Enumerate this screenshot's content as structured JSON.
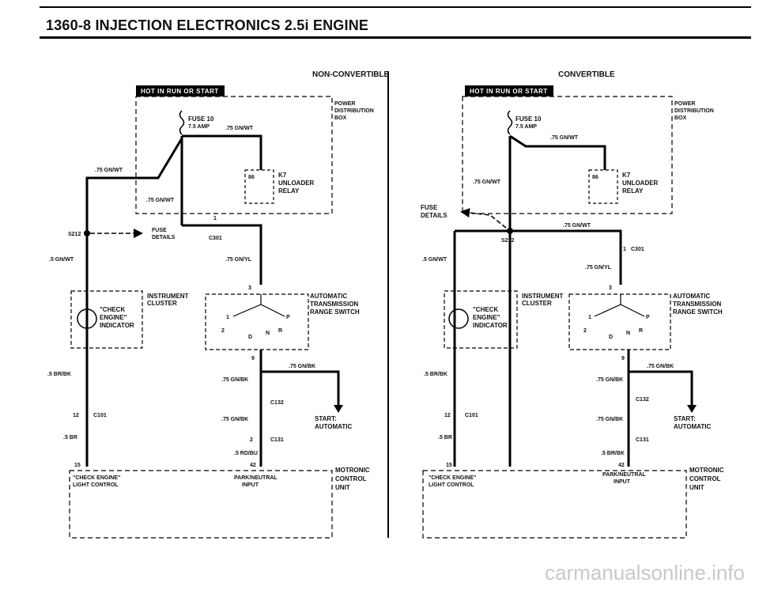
{
  "page": {
    "title": "1360-8 INJECTION ELECTRONICS 2.5i ENGINE",
    "watermark": "carmanualsonline.info"
  },
  "left": {
    "heading": "NON-CONVERTIBLE",
    "banner": "HOT IN RUN OR START",
    "pdb": [
      "POWER",
      "DISTRIBUTION",
      "BOX"
    ],
    "fuse": "FUSE 10",
    "fuse_amp": "7.5 AMP",
    "w_fuse": ".75 GN/WT",
    "w_diag": ".75 GN/WT",
    "w_relay": ".75 GN/WT",
    "relay_pin": "86",
    "relay": [
      "K7",
      "UNLOADER",
      "RELAY"
    ],
    "pin_1": "1",
    "c301": "C301",
    "s212": "S212",
    "fuse_details": [
      "FUSE",
      "DETAILS"
    ],
    "w_5gnwt": ".5 GN/WT",
    "w_gnyl": ".75 GN/YL",
    "pin_3": "3",
    "cluster": [
      "INSTRUMENT",
      "CLUSTER"
    ],
    "indicator": [
      "\"CHECK",
      "ENGINE\"",
      "INDICATOR"
    ],
    "trans": [
      "AUTOMATIC",
      "TRANSMISSION",
      "RANGE SWITCH"
    ],
    "sw_1": "1",
    "sw_2": "2",
    "sw_p": "P",
    "sw_r": "R",
    "sw_d": "D",
    "sw_n": "N",
    "pin_9": "9",
    "w_gnbk_a": ".75 GN/BK",
    "w_gnbk_b": ".75 GN/BK",
    "w_5brbk": ".5 BR/BK",
    "c132": "C132",
    "start": [
      "START:",
      "AUTOMATIC"
    ],
    "pin_12": "12",
    "c101": "C101",
    "w_gnbk_c": ".75 GN/BK",
    "w_5br": ".5 BR",
    "pin_2": "2",
    "c131": "C131",
    "w_rdbu": ".5 RD/BU",
    "pin_15": "15",
    "pin_42": "42",
    "ecu_left": [
      "\"CHECK ENGINE\"",
      "LIGHT CONTROL"
    ],
    "ecu_mid": [
      "PARK/NEUTRAL",
      "INPUT"
    ],
    "ecu": [
      "MOTRONIC",
      "CONTROL",
      "UNIT"
    ]
  },
  "right": {
    "heading": "CONVERTIBLE",
    "banner": "HOT IN RUN OR START",
    "pdb": [
      "POWER",
      "DISTRIBUTION",
      "BOX"
    ],
    "fuse": "FUSE 10",
    "fuse_amp": "7.5 AMP",
    "w_fuse": ".75 GN/WT",
    "w_diag": ".75 GN/WT",
    "relay_pin": "86",
    "relay": [
      "K7",
      "UNLOADER",
      "RELAY"
    ],
    "fuse_details": [
      "FUSE",
      "DETAILS"
    ],
    "w_relay": ".75 GN/WT",
    "s212": "S212",
    "pin_1": "1",
    "c301": "C301",
    "w_5gnwt": ".5 GN/WT",
    "w_gnyl": ".75 GN/YL",
    "pin_3": "3",
    "cluster": [
      "INSTRUMENT",
      "CLUSTER"
    ],
    "indicator": [
      "\"CHECK",
      "ENGINE\"",
      "INDICATOR"
    ],
    "trans": [
      "AUTOMATIC",
      "TRANSMISSION",
      "RANGE SWITCH"
    ],
    "sw_1": "1",
    "sw_2": "2",
    "sw_p": "P",
    "sw_r": "R",
    "sw_d": "D",
    "sw_n": "N",
    "pin_9": "9",
    "w_gnbk_a": ".75 GN/BK",
    "w_gnbk_b": ".75 GN/BK",
    "w_5brbk": ".5 BR/BK",
    "c132": "C132",
    "start": [
      "START:",
      "AUTOMATIC"
    ],
    "pin_12": "12",
    "c101": "C101",
    "w_gnbk_c": ".75 GN/BK",
    "w_5br": ".5 BR",
    "c131": "C131",
    "w_brbk2": ".5 BR/BK",
    "pin_15": "15",
    "pin_42": "42",
    "ecu_left": [
      "\"CHECK ENGINE\"",
      "LIGHT CONTROL"
    ],
    "ecu_mid": [
      "PARK/NEUTRAL",
      "INPUT"
    ],
    "ecu": [
      "MOTRONIC",
      "CONTROL",
      "UNIT"
    ]
  }
}
